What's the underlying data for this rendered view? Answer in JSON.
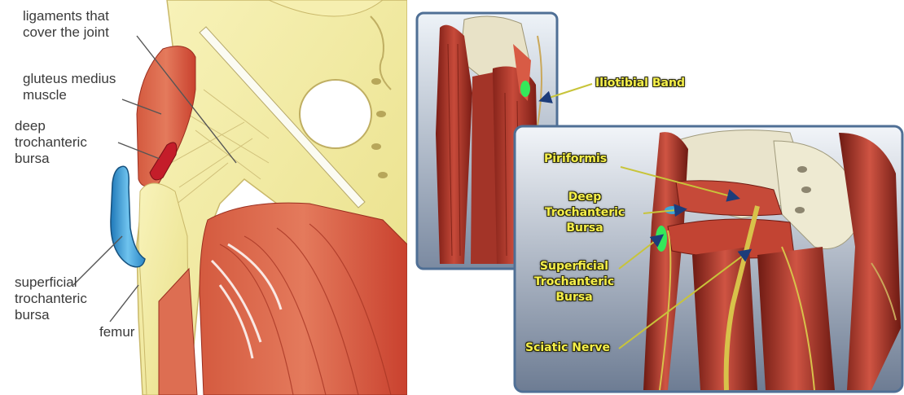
{
  "left_illustration": {
    "labels": {
      "ligaments": "ligaments that\ncover the joint",
      "gluteus_medius": "gluteus medius\nmuscle",
      "deep_bursa": "deep\ntrochanteric\nbursa",
      "superficial_bursa": "superficial\ntrochanteric\nbursa",
      "femur": "femur"
    }
  },
  "top_panel": {
    "labels": {
      "iliotibial_band": "Iliotibial Band"
    }
  },
  "bottom_panel": {
    "labels": {
      "piriformis": "Piriformis",
      "deep_bursa": "Deep\nTrochanteric\nBursa",
      "superficial_bursa": "Superficial\nTrochanteric\nBursa",
      "sciatic_nerve": "Sciatic Nerve"
    }
  },
  "colors": {
    "bone": "#f2eca0",
    "muscle": "#c8402c",
    "deep_bursa": "#c41d2a",
    "superficial_bursa": "#3f9fd6",
    "panel_border": "#4f6f95",
    "callout_text": "#f6f04a",
    "green_bursa": "#35e85a"
  }
}
